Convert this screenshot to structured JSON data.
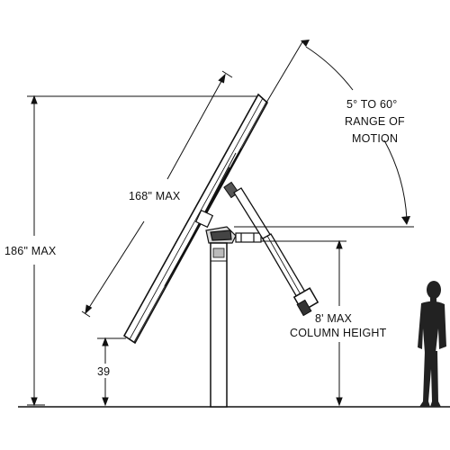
{
  "labels": {
    "panel_length": "168\" MAX",
    "overall_height": "186\" MAX",
    "range_line1": "5° TO 60°",
    "range_line2": "RANGE OF",
    "range_line3": "MOTION",
    "column_line1": "8' MAX",
    "column_line2": "COLUMN HEIGHT",
    "ground_clearance": "39"
  },
  "colors": {
    "ink": "#111111",
    "figure": "#222222",
    "background": "#ffffff"
  }
}
